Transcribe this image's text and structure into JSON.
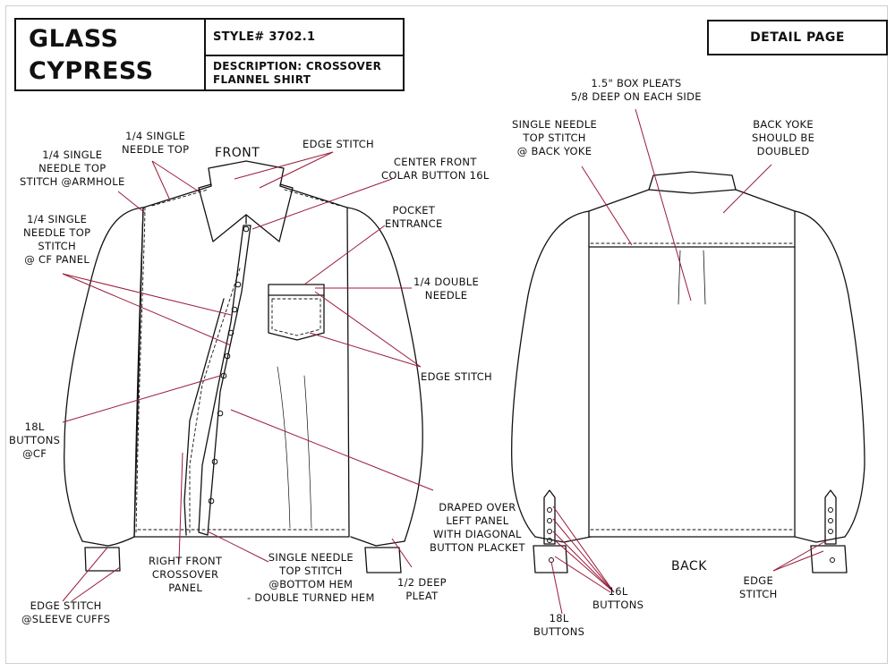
{
  "header": {
    "brand_line1": "GLASS",
    "brand_line2": "CYPRESS",
    "style": "STYLE# 3702.1",
    "description_line1": "DESCRIPTION: CROSSOVER",
    "description_line2": "FLANNEL SHIRT",
    "page_type": "DETAIL PAGE"
  },
  "views": {
    "front": "FRONT",
    "back": "BACK"
  },
  "colors": {
    "ink": "#111111",
    "leader": "#9b1b3a"
  },
  "callouts": {
    "needle_top": [
      "1/4 SINGLE",
      "NEEDLE TOP"
    ],
    "armhole": [
      "1/4 SINGLE",
      "NEEDLE TOP",
      "STITCH @ARMHOLE"
    ],
    "cf_panel": [
      "1/4 SINGLE",
      "NEEDLE TOP",
      "STITCH",
      "@ CF PANEL"
    ],
    "edge_stitch_collar": [
      "EDGE STITCH"
    ],
    "cf_collar_button": [
      "CENTER FRONT",
      "COLAR BUTTON 16L"
    ],
    "pocket_entrance": [
      "POCKET",
      "ENTRANCE"
    ],
    "double_needle": [
      "1/4 DOUBLE",
      "NEEDLE"
    ],
    "edge_stitch_pocket": [
      "EDGE STITCH"
    ],
    "buttons_cf": [
      "18L",
      "BUTTONS",
      "@CF"
    ],
    "draped": [
      "DRAPED OVER",
      "LEFT PANEL",
      "WITH DIAGONAL",
      "BUTTON PLACKET"
    ],
    "right_front": [
      "RIGHT FRONT",
      "CROSSOVER",
      "PANEL"
    ],
    "bottom_hem": [
      "SINGLE NEEDLE",
      "TOP STITCH",
      "@BOTTOM HEM",
      "- DOUBLE TURNED HEM"
    ],
    "deep_pleat": [
      "1/2 DEEP",
      "PLEAT"
    ],
    "sleeve_cuffs": [
      "EDGE STITCH",
      "@SLEEVE CUFFS"
    ],
    "box_pleats": [
      "1.5\" BOX PLEATS",
      "5/8 DEEP ON EACH SIDE"
    ],
    "back_yoke_stitch": [
      "SINGLE NEEDLE",
      "TOP STITCH",
      "@ BACK YOKE"
    ],
    "back_yoke_doubled": [
      "BACK YOKE",
      "SHOULD BE",
      "DOUBLED"
    ],
    "buttons_16l": [
      "16L",
      "BUTTONS"
    ],
    "buttons_18l": [
      "18L",
      "BUTTONS"
    ],
    "edge_stitch_back": [
      "EDGE",
      "STITCH"
    ]
  }
}
